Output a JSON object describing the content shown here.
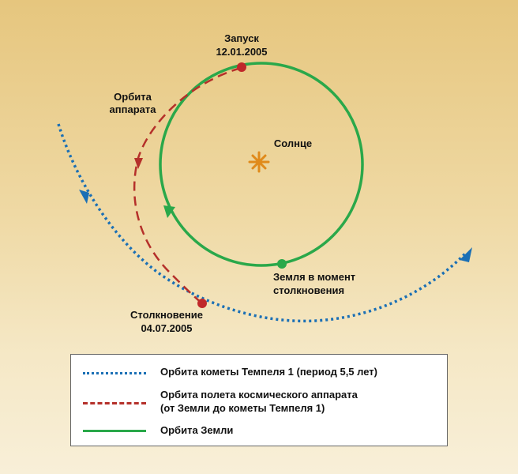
{
  "labels": {
    "launch_title": "Запуск",
    "launch_date": "12.01.2005",
    "probe_orbit_line1": "Орбита",
    "probe_orbit_line2": "аппарата",
    "sun": "Солнце",
    "earth_at_impact_line1": "Земля в момент",
    "earth_at_impact_line2": "столкновения",
    "impact_title": "Столкновение",
    "impact_date": "04.07.2005"
  },
  "legend": {
    "comet": "Орбита кометы Темпеля 1  (период 5,5 лет)",
    "probe_line1": "Орбита полета космического аппарата",
    "probe_line2": "(от Земли до кометы Темпеля 1)",
    "earth": "Орбита Земли"
  },
  "colors": {
    "comet": "#1a6fb5",
    "probe": "#b5302a",
    "earth": "#2aa84a",
    "sun": "#e08a1a",
    "marker_red": "#c0282a",
    "marker_green": "#2aa84a"
  }
}
